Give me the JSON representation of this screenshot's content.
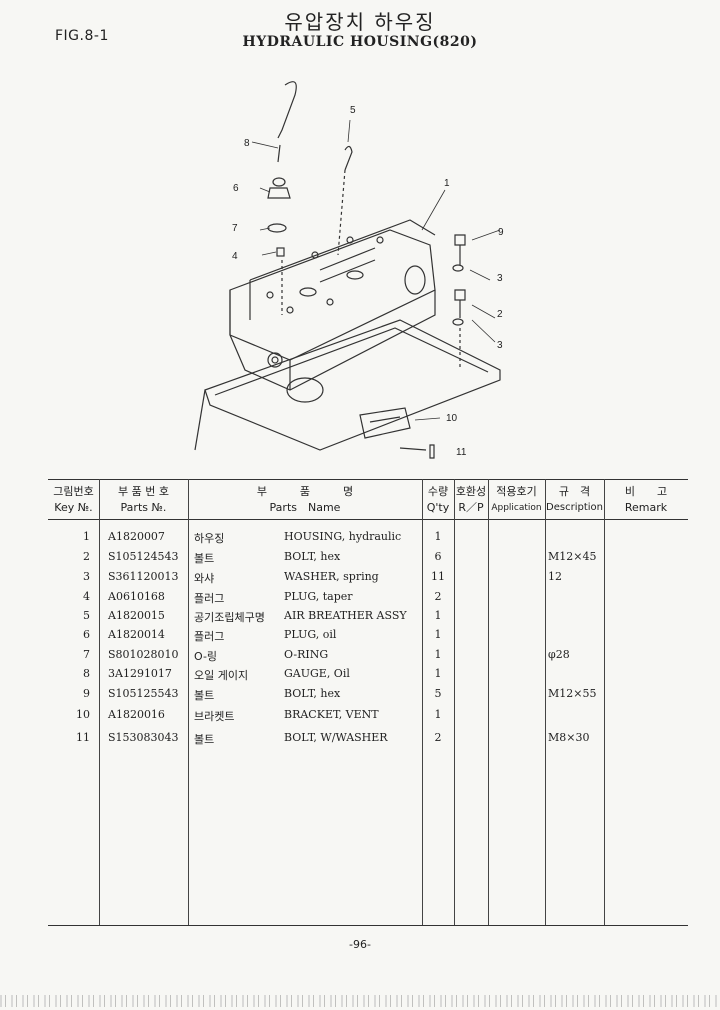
{
  "figure_label": "FIG.8-1",
  "title_ko": "유압장치 하우징",
  "title_en": "HYDRAULIC HOUSING(820)",
  "callouts": [
    "1",
    "2",
    "3",
    "3",
    "4",
    "5",
    "6",
    "7",
    "8",
    "9",
    "10",
    "11"
  ],
  "headers": {
    "key_ko": "그림번호",
    "key_en": "Key №.",
    "pn_ko": "부 품 번 호",
    "pn_en": "Parts №.",
    "name_ko": "부　　　품　　　명",
    "name_en": "Parts　Name",
    "qty_ko": "수량",
    "qty_en": "Q'ty",
    "rp_ko": "호환성",
    "rp_en": "R／P",
    "app_ko": "적용호기",
    "app_en": "Application",
    "desc_ko": "규　격",
    "desc_en": "Description",
    "remark_ko": "비　　고",
    "remark_en": "Remark"
  },
  "rows": [
    {
      "key": "1",
      "pn": "A1820007",
      "ko": "하우징",
      "en": "HOUSING, hydraulic",
      "qty": "1",
      "desc": ""
    },
    {
      "key": "2",
      "pn": "S105124543",
      "ko": "볼트",
      "en": "BOLT, hex",
      "qty": "6",
      "desc": "M12×45"
    },
    {
      "key": "3",
      "pn": "S361120013",
      "ko": "와샤",
      "en": "WASHER, spring",
      "qty": "11",
      "desc": "12"
    },
    {
      "key": "4",
      "pn": "A0610168",
      "ko": "플러그",
      "en": "PLUG, taper",
      "qty": "2",
      "desc": ""
    },
    {
      "key": "5",
      "pn": "A1820015",
      "ko": "공기조립체구명",
      "en": "AIR BREATHER ASSY",
      "qty": "1",
      "desc": ""
    },
    {
      "key": "6",
      "pn": "A1820014",
      "ko": "플러그",
      "en": "PLUG, oil",
      "qty": "1",
      "desc": ""
    },
    {
      "key": "7",
      "pn": "S801028010",
      "ko": "O-링",
      "en": "O-RING",
      "qty": "1",
      "desc": "φ28"
    },
    {
      "key": "8",
      "pn": "3A1291017",
      "ko": "오일 게이지",
      "en": "GAUGE, Oil",
      "qty": "1",
      "desc": ""
    },
    {
      "key": "9",
      "pn": "S105125543",
      "ko": "볼트",
      "en": "BOLT, hex",
      "qty": "5",
      "desc": "M12×55"
    },
    {
      "key": "10",
      "pn": "A1820016",
      "ko": "브라켓트",
      "en": "BRACKET, VENT",
      "qty": "1",
      "desc": ""
    },
    {
      "key": "11",
      "pn": "S153083043",
      "ko": "볼트",
      "en": "BOLT, W/WASHER",
      "qty": "2",
      "desc": "M8×30"
    }
  ],
  "page_number": "-96-"
}
